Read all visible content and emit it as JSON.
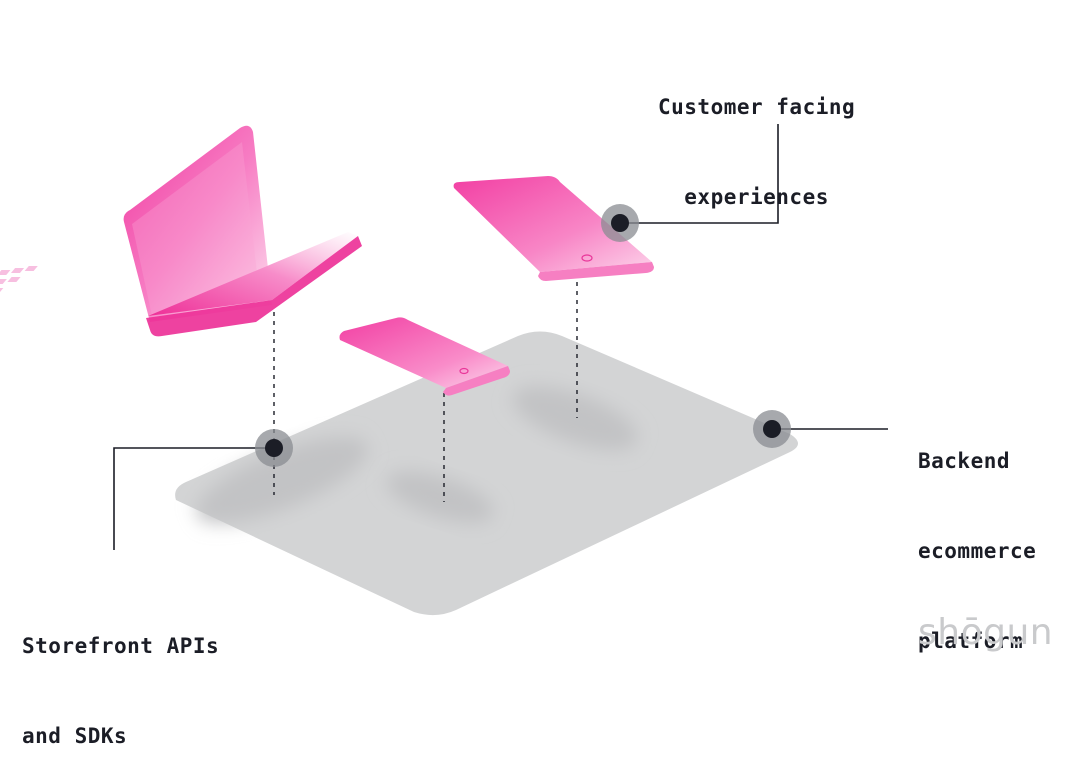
{
  "labels": {
    "customer_facing": [
      "Customer facing",
      "experiences"
    ],
    "backend": [
      "Backend",
      "ecommerce",
      "platform"
    ],
    "storefront": [
      "Storefront APIs",
      "and SDKs"
    ]
  },
  "logo": {
    "text": "shōgun"
  },
  "colors": {
    "device_pink": "#f23fa3",
    "device_light": "#fbc6e3",
    "platform_gray": "#d3d4d5",
    "shadow_gray": "#c4c5c7",
    "connector_dark": "#1b1d26",
    "connector_ring": "#8a8c92",
    "logo_gray": "#c9cacc"
  },
  "icons": [
    "laptop-icon",
    "tablet-icon",
    "phone-icon",
    "connector-node-icon"
  ]
}
